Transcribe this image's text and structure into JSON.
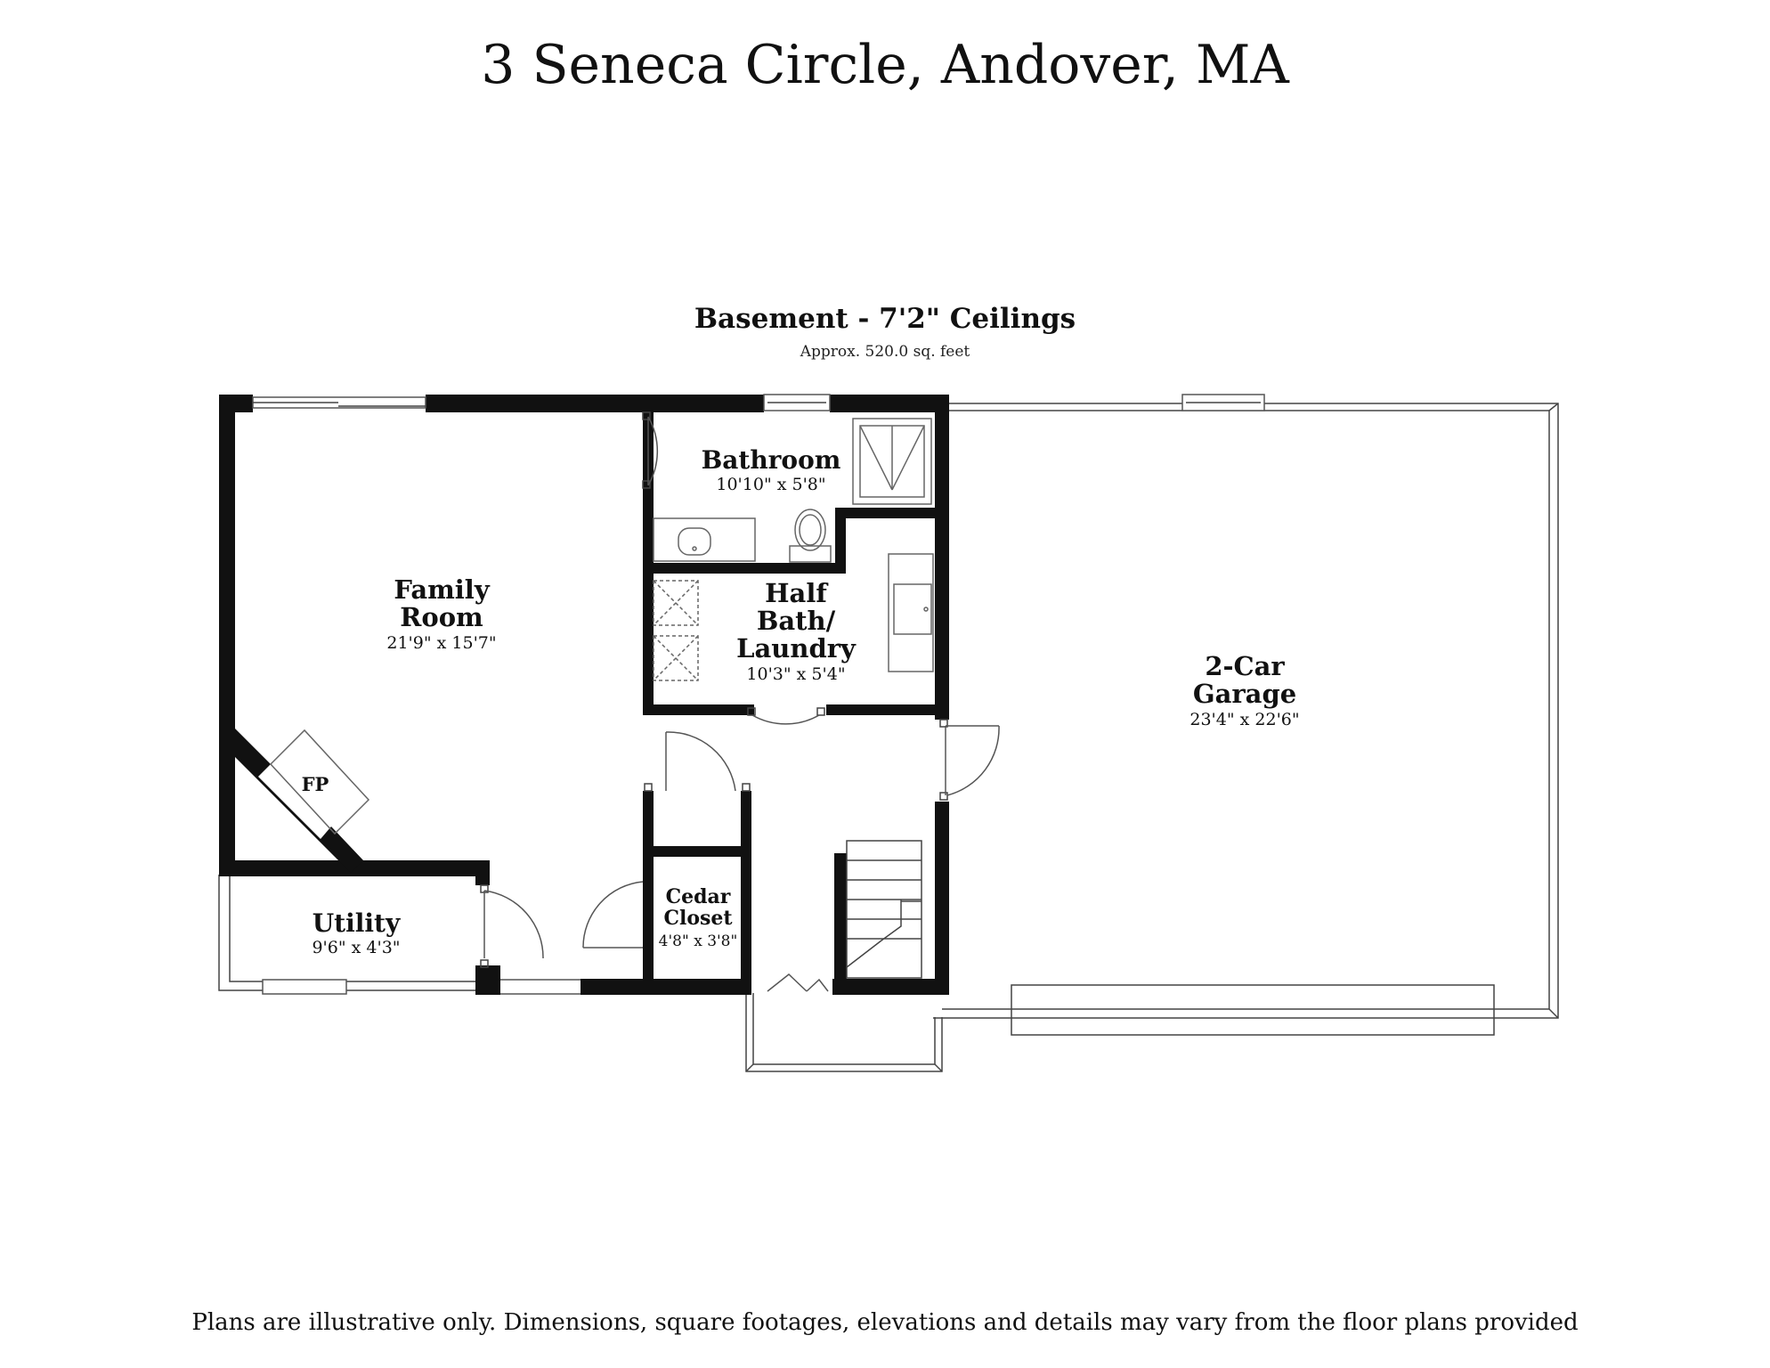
{
  "header": {
    "title": "3 Seneca Circle, Andover, MA"
  },
  "floor": {
    "title": "Basement - 7'2\" Ceilings",
    "area": "Approx. 520.0 sq. feet"
  },
  "rooms": {
    "family_room": {
      "name_line1": "Family",
      "name_line2": "Room",
      "dims": "21'9\" x 15'7\""
    },
    "bathroom": {
      "name": "Bathroom",
      "dims": "10'10\" x 5'8\""
    },
    "half_bath": {
      "name_line1": "Half",
      "name_line2": "Bath/",
      "name_line3": "Laundry",
      "dims": "10'3\" x 5'4\""
    },
    "garage": {
      "name_line1": "2-Car",
      "name_line2": "Garage",
      "dims": "23'4\" x 22'6\""
    },
    "utility": {
      "name": "Utility",
      "dims": "9'6\" x 4'3\""
    },
    "cedar_closet": {
      "name_line1": "Cedar",
      "name_line2": "Closet",
      "dims": "4'8\" x 3'8\""
    },
    "fireplace": {
      "label": "FP"
    }
  },
  "footer": {
    "disclaimer": "Plans are illustrative only. Dimensions, square footages, elevations and details may vary from the floor plans provided"
  }
}
